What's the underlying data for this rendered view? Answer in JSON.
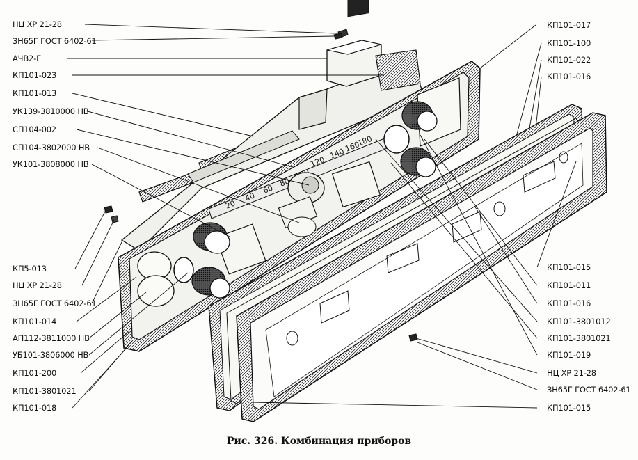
{
  "caption": "Рис. 326. Комбинация приборов",
  "labels_left": [
    "НЦ ХР 21-28",
    "ЗН65Г ГОСТ 6402-61",
    "АЧВ2-Г",
    "КП101-023",
    "КП101-013",
    "УК139-3810000 НВ",
    "СП104-002",
    "СП104-3802000 НВ",
    "УК101-3808000 НВ",
    "КП5-013",
    "НЦ ХР 21-28",
    "ЗН65Г ГОСТ 6402-61",
    "КП101-014",
    "АП112-3811000 НВ",
    "УБ101-3806000 НВ",
    "КП101-200",
    "КП101-3801021",
    "КП101-018"
  ],
  "labels_right": [
    "КП101-017",
    "КП101-100",
    "КП101-022",
    "КП101-016",
    "КП101-015",
    "КП101-011",
    "КП101-016",
    "КП101-3801012",
    "КП101-3801021",
    "КП101-019",
    "НЦ ХР 21-28",
    "ЗН65Г ГОСТ 6402-61",
    "КП101-015"
  ],
  "scale_numbers": [
    "20",
    "40",
    "60",
    "80",
    "100",
    "120",
    "140",
    "160",
    "180"
  ]
}
